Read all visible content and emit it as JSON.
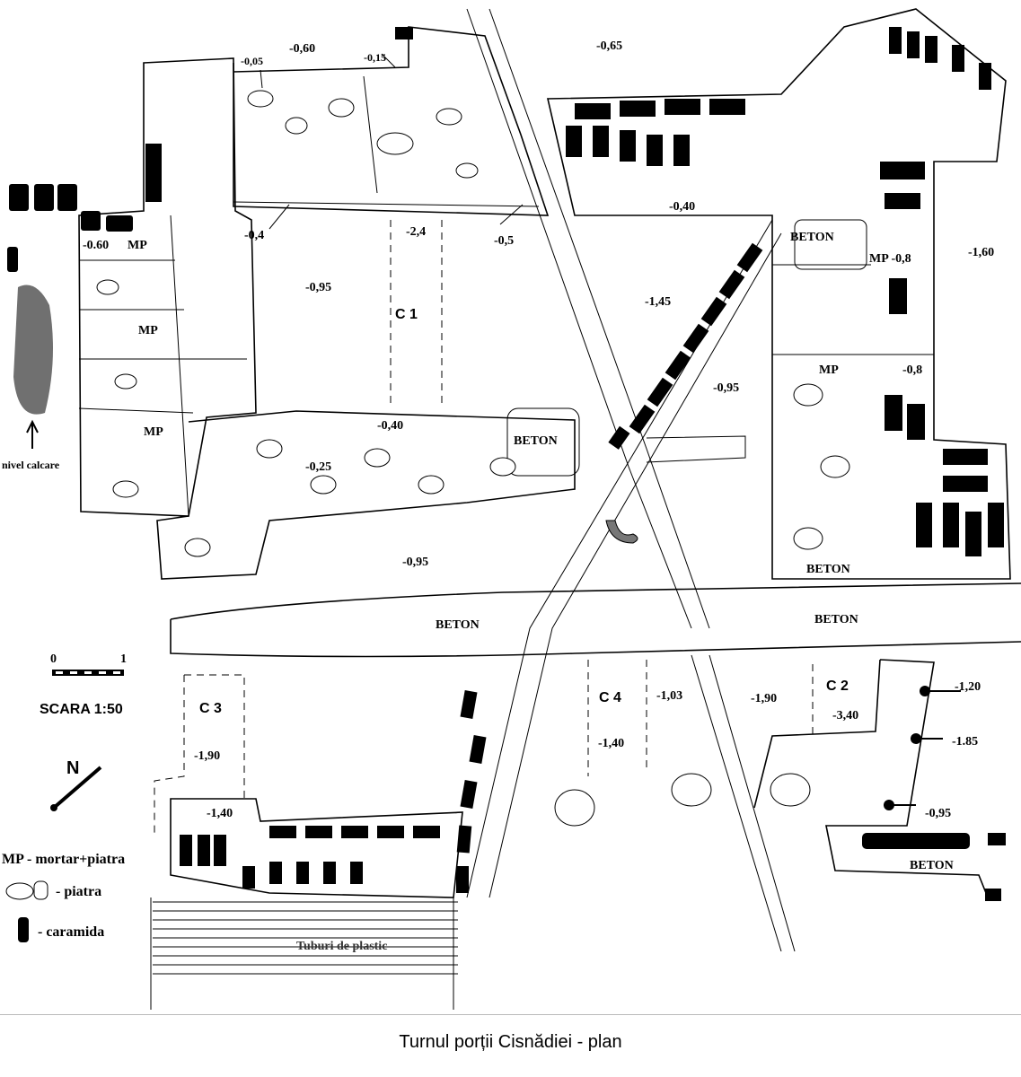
{
  "plan": {
    "levels_top": [
      "-0,60",
      "-0,05",
      "-0,15",
      "-0,65",
      "-0,4",
      "-2,4",
      "-0,5",
      "-0,40"
    ],
    "levels_mid": [
      "-0.60",
      "-0,95",
      "-1,45",
      "-1,60",
      "-0,8",
      "-0,8",
      "-0,95",
      "-0,40",
      "-0,25",
      "-0,95"
    ],
    "levels_bottom": [
      "-1,90",
      "-1,40",
      "-1,03",
      "-1,90",
      "-3,40",
      "-1,20",
      "-1.85",
      "-0,95",
      "-1,40"
    ],
    "mp_label": "MP",
    "mp_level_label": "MP -0,8",
    "beton_label": "BETON",
    "sections": [
      "C 1",
      "C 2",
      "C 3",
      "C 4"
    ],
    "nivel_calcare": "nivel calcare",
    "tuburi": "Tuburi de plastic"
  },
  "scale": {
    "zero": "0",
    "one": "1",
    "label": "SCARA 1:50"
  },
  "north": "N",
  "legend": {
    "mp": "MP - mortar+piatra",
    "piatra": "- piatra",
    "caramida": "- caramida"
  },
  "caption": "Turnul porții Cisnădiei - plan"
}
